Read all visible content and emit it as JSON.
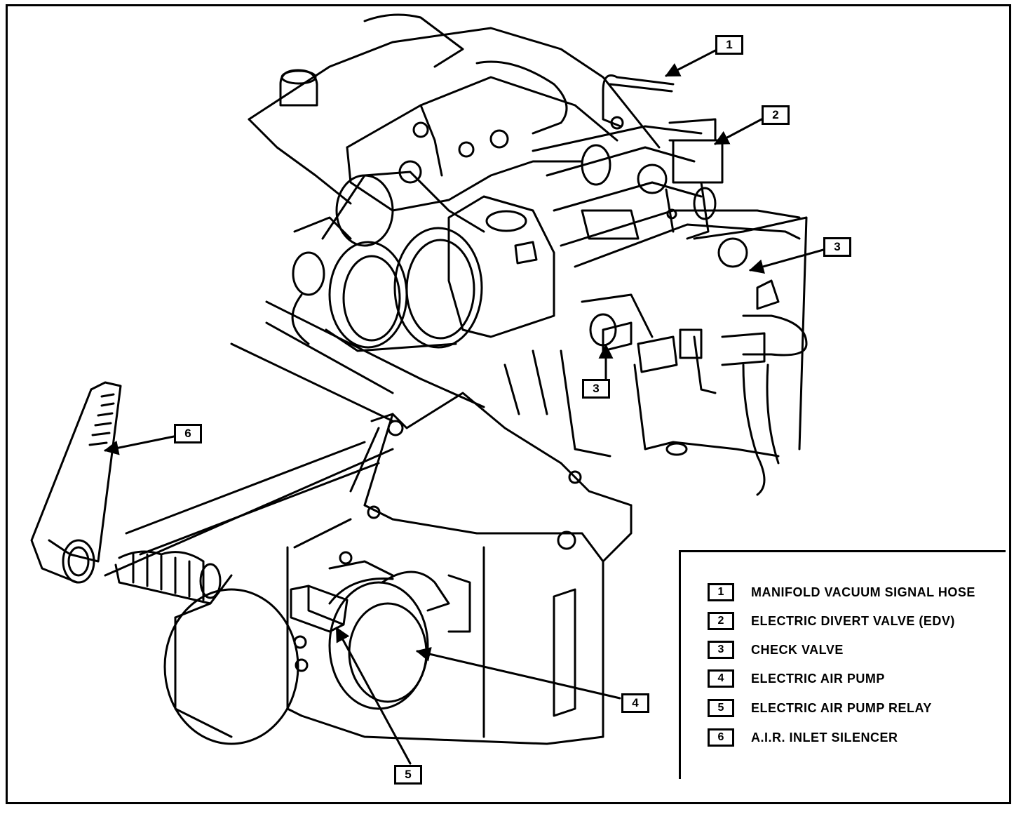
{
  "callouts": {
    "c1": "1",
    "c2": "2",
    "c3a": "3",
    "c3b": "3",
    "c4": "4",
    "c5": "5",
    "c6": "6"
  },
  "legend": {
    "items": [
      {
        "num": "1",
        "label": "MANIFOLD VACUUM SIGNAL HOSE"
      },
      {
        "num": "2",
        "label": "ELECTRIC DIVERT VALVE (EDV)"
      },
      {
        "num": "3",
        "label": "CHECK VALVE"
      },
      {
        "num": "4",
        "label": "ELECTRIC AIR PUMP"
      },
      {
        "num": "5",
        "label": "ELECTRIC AIR PUMP RELAY"
      },
      {
        "num": "6",
        "label": "A.I.R. INLET SILENCER"
      }
    ]
  }
}
